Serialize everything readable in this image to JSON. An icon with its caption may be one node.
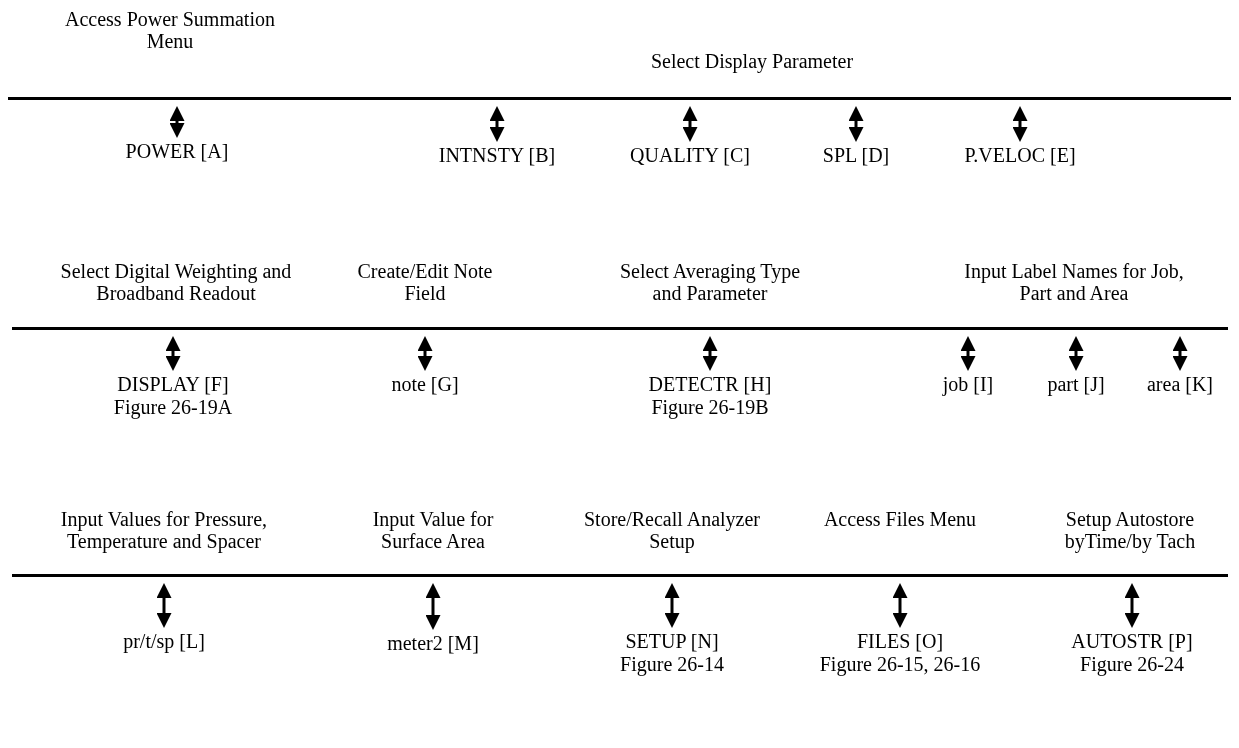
{
  "diagram": {
    "nodes": [
      {
        "text": [],
        "shape": "bar"
      },
      {
        "text": [
          "POWER [A]"
        ]
      },
      {
        "text": [
          "INTNSTY [B]"
        ]
      },
      {
        "text": [
          "QUALITY [C]"
        ]
      },
      {
        "text": [
          "SPL [D]"
        ]
      },
      {
        "text": [
          "P.VELOC [E]"
        ]
      },
      {
        "text": [],
        "shape": "bar"
      },
      {
        "text": [
          "DISPLAY [F]",
          "Figure 26-19A"
        ]
      },
      {
        "text": [
          "note [G]"
        ]
      },
      {
        "text": [
          "DETECTR [H]",
          "Figure 26-19B"
        ]
      },
      {
        "text": [
          "job [I]"
        ]
      },
      {
        "text": [
          "part [J]"
        ]
      },
      {
        "text": [
          "area [K]"
        ]
      },
      {
        "text": [],
        "shape": "bar"
      },
      {
        "text": [
          "pr/t/sp [L]"
        ]
      },
      {
        "text": [
          "meter2 [M]"
        ]
      },
      {
        "text": [
          "SETUP [N]",
          "Figure 26-14"
        ]
      },
      {
        "text": [
          "FILES [O]",
          "Figure 26-15, 26-16"
        ]
      },
      {
        "text": [
          "AUTOSTR [P]",
          "Figure 26-24"
        ]
      }
    ],
    "edges": [
      {
        "from": 0,
        "to": 1,
        "arrow": "both"
      },
      {
        "from": 0,
        "to": 2,
        "arrow": "both"
      },
      {
        "from": 0,
        "to": 3,
        "arrow": "both"
      },
      {
        "from": 0,
        "to": 4,
        "arrow": "both"
      },
      {
        "from": 0,
        "to": 5,
        "arrow": "both"
      },
      {
        "from": 6,
        "to": 7,
        "arrow": "both"
      },
      {
        "from": 6,
        "to": 8,
        "arrow": "both"
      },
      {
        "from": 6,
        "to": 9,
        "arrow": "both"
      },
      {
        "from": 6,
        "to": 10,
        "arrow": "both"
      },
      {
        "from": 6,
        "to": 11,
        "arrow": "both"
      },
      {
        "from": 6,
        "to": 12,
        "arrow": "both"
      },
      {
        "from": 13,
        "to": 14,
        "arrow": "both"
      },
      {
        "from": 13,
        "to": 15,
        "arrow": "both"
      },
      {
        "from": 13,
        "to": 16,
        "arrow": "both"
      },
      {
        "from": 13,
        "to": 17,
        "arrow": "both"
      },
      {
        "from": 13,
        "to": 18,
        "arrow": "both"
      }
    ],
    "labels": [
      "Access Power Summation Menu",
      "Select Display Parameter",
      "Select Digital Weighting and Broadband Readout",
      "Create/Edit Note Field",
      "Select Averaging Type and Parameter",
      "Input Label Names for Job, Part and Area",
      "Input Values for Pressure, Temperature and Spacer",
      "Input Value for Surface Area",
      "Store/Recall Analyzer Setup",
      "Access Files Menu",
      "Setup Autostore byTime/by Tach"
    ]
  }
}
